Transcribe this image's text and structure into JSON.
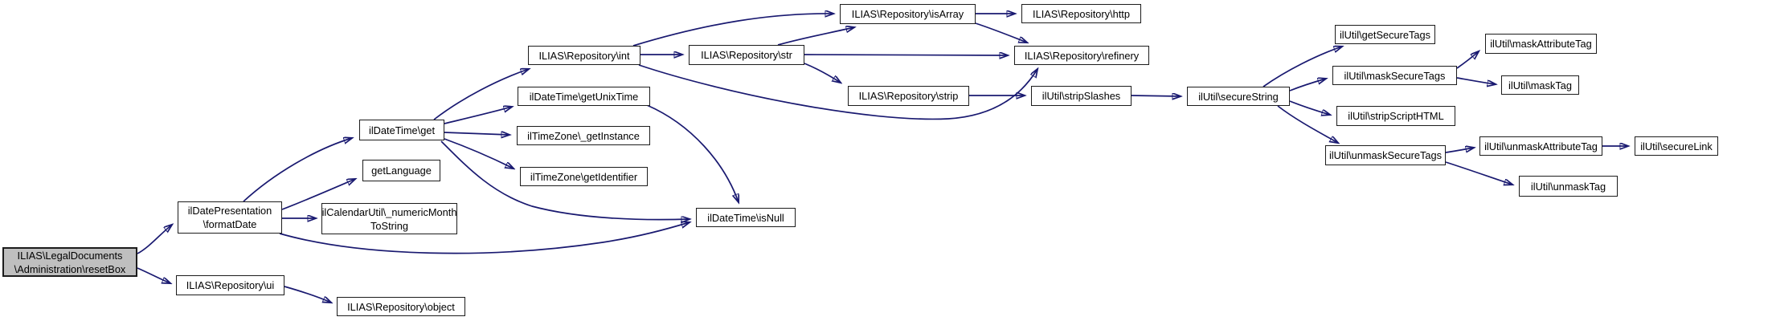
{
  "diagram": {
    "kind": "doxygen-call-graph",
    "background_color": "#ffffff",
    "edge_color": "#191970",
    "node_fill": "#ffffff",
    "node_border_color": "#1c1c1c",
    "root_node_fill": "#bfbfbf",
    "text_color": "#000000"
  },
  "nodes": [
    {
      "id": "resetBox",
      "label": "ILIAS\\LegalDocuments\n\\Administration\\resetBox",
      "root": true
    },
    {
      "id": "formatDate",
      "label": "ilDatePresentation\n\\formatDate"
    },
    {
      "id": "repo-ui",
      "label": "ILIAS\\Repository\\ui"
    },
    {
      "id": "repo-object",
      "label": "ILIAS\\Repository\\object"
    },
    {
      "id": "datetime-get",
      "label": "ilDateTime\\get"
    },
    {
      "id": "getLanguage",
      "label": "getLanguage"
    },
    {
      "id": "numericMonth",
      "label": "ilCalendarUtil\\_numericMonth\nToString"
    },
    {
      "id": "getUnixTime",
      "label": "ilDateTime\\getUnixTime"
    },
    {
      "id": "getInstance",
      "label": "ilTimeZone\\_getInstance"
    },
    {
      "id": "getIdentifier",
      "label": "ilTimeZone\\getIdentifier"
    },
    {
      "id": "isNull",
      "label": "ilDateTime\\isNull"
    },
    {
      "id": "repo-int",
      "label": "ILIAS\\Repository\\int"
    },
    {
      "id": "repo-str",
      "label": "ILIAS\\Repository\\str"
    },
    {
      "id": "repo-isArray",
      "label": "ILIAS\\Repository\\isArray"
    },
    {
      "id": "repo-http",
      "label": "ILIAS\\Repository\\http"
    },
    {
      "id": "repo-refinery",
      "label": "ILIAS\\Repository\\refinery"
    },
    {
      "id": "repo-strip",
      "label": "ILIAS\\Repository\\strip"
    },
    {
      "id": "stripSlashes",
      "label": "ilUtil\\stripSlashes"
    },
    {
      "id": "secureString",
      "label": "ilUtil\\secureString"
    },
    {
      "id": "getSecureTags",
      "label": "ilUtil\\getSecureTags"
    },
    {
      "id": "maskSecureTags",
      "label": "ilUtil\\maskSecureTags"
    },
    {
      "id": "stripScriptHTML",
      "label": "ilUtil\\stripScriptHTML"
    },
    {
      "id": "unmaskSecureTags",
      "label": "ilUtil\\unmaskSecureTags"
    },
    {
      "id": "maskAttributeTag",
      "label": "ilUtil\\maskAttributeTag"
    },
    {
      "id": "maskTag",
      "label": "ilUtil\\maskTag"
    },
    {
      "id": "unmaskAttributeTag",
      "label": "ilUtil\\unmaskAttributeTag"
    },
    {
      "id": "secureLink",
      "label": "ilUtil\\secureLink"
    },
    {
      "id": "unmaskTag",
      "label": "ilUtil\\unmaskTag"
    }
  ],
  "edges": [
    {
      "from": "resetBox",
      "to": "formatDate"
    },
    {
      "from": "resetBox",
      "to": "repo-ui"
    },
    {
      "from": "repo-ui",
      "to": "repo-object"
    },
    {
      "from": "formatDate",
      "to": "datetime-get"
    },
    {
      "from": "formatDate",
      "to": "getLanguage"
    },
    {
      "from": "formatDate",
      "to": "numericMonth"
    },
    {
      "from": "formatDate",
      "to": "isNull"
    },
    {
      "from": "datetime-get",
      "to": "repo-int"
    },
    {
      "from": "datetime-get",
      "to": "getUnixTime"
    },
    {
      "from": "datetime-get",
      "to": "getInstance"
    },
    {
      "from": "datetime-get",
      "to": "getIdentifier"
    },
    {
      "from": "datetime-get",
      "to": "isNull"
    },
    {
      "from": "getUnixTime",
      "to": "isNull"
    },
    {
      "from": "repo-int",
      "to": "repo-str"
    },
    {
      "from": "repo-int",
      "to": "repo-isArray"
    },
    {
      "from": "repo-int",
      "to": "repo-refinery"
    },
    {
      "from": "repo-str",
      "to": "repo-isArray"
    },
    {
      "from": "repo-str",
      "to": "repo-refinery"
    },
    {
      "from": "repo-str",
      "to": "repo-strip"
    },
    {
      "from": "repo-isArray",
      "to": "repo-http"
    },
    {
      "from": "repo-isArray",
      "to": "repo-refinery"
    },
    {
      "from": "repo-strip",
      "to": "stripSlashes"
    },
    {
      "from": "stripSlashes",
      "to": "secureString"
    },
    {
      "from": "secureString",
      "to": "getSecureTags"
    },
    {
      "from": "secureString",
      "to": "maskSecureTags"
    },
    {
      "from": "secureString",
      "to": "stripScriptHTML"
    },
    {
      "from": "secureString",
      "to": "unmaskSecureTags"
    },
    {
      "from": "maskSecureTags",
      "to": "maskAttributeTag"
    },
    {
      "from": "maskSecureTags",
      "to": "maskTag"
    },
    {
      "from": "unmaskSecureTags",
      "to": "unmaskAttributeTag"
    },
    {
      "from": "unmaskSecureTags",
      "to": "unmaskTag"
    },
    {
      "from": "unmaskAttributeTag",
      "to": "secureLink"
    }
  ]
}
